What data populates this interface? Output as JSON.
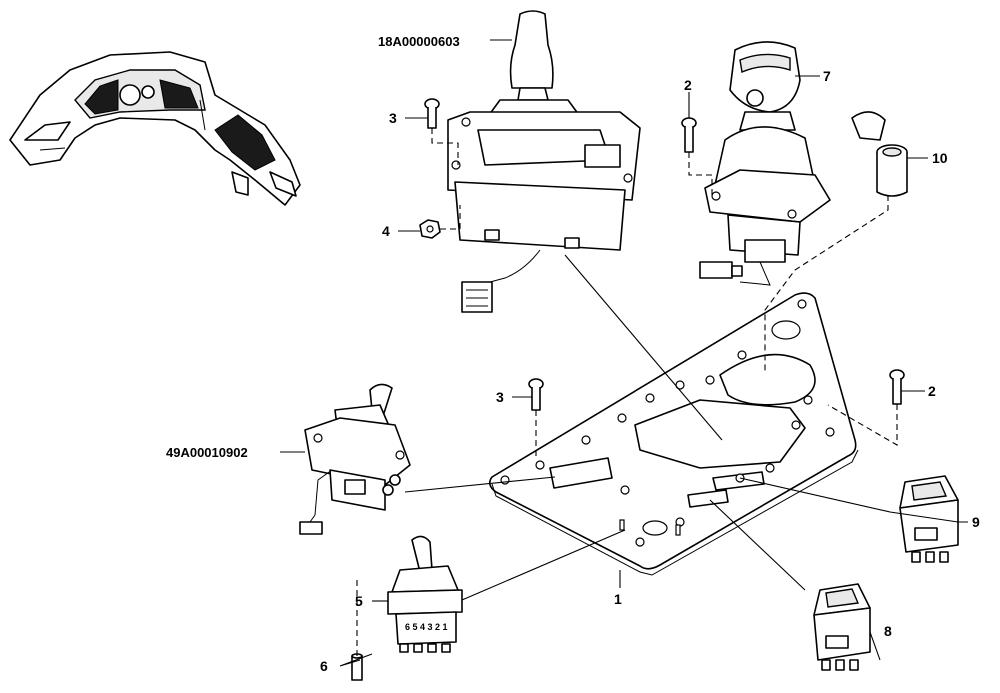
{
  "callouts": [
    {
      "id": "c-18a",
      "text": "18A00000603"
    },
    {
      "id": "c-7",
      "text": "7"
    },
    {
      "id": "c-2a",
      "text": "2"
    },
    {
      "id": "c-10",
      "text": "10"
    },
    {
      "id": "c-3a",
      "text": "3"
    },
    {
      "id": "c-4",
      "text": "4"
    },
    {
      "id": "c-3b",
      "text": "3"
    },
    {
      "id": "c-2b",
      "text": "2"
    },
    {
      "id": "c-49a",
      "text": "49A00010902"
    },
    {
      "id": "c-9",
      "text": "9"
    },
    {
      "id": "c-1",
      "text": "1"
    },
    {
      "id": "c-5",
      "text": "5"
    },
    {
      "id": "c-8",
      "text": "8"
    },
    {
      "id": "c-6",
      "text": "6"
    }
  ],
  "switch_pin_labels": "6 5 4 3 2 1",
  "colors": {
    "ink": "#000000",
    "paper": "#ffffff",
    "shade": "#e9e9e9"
  }
}
